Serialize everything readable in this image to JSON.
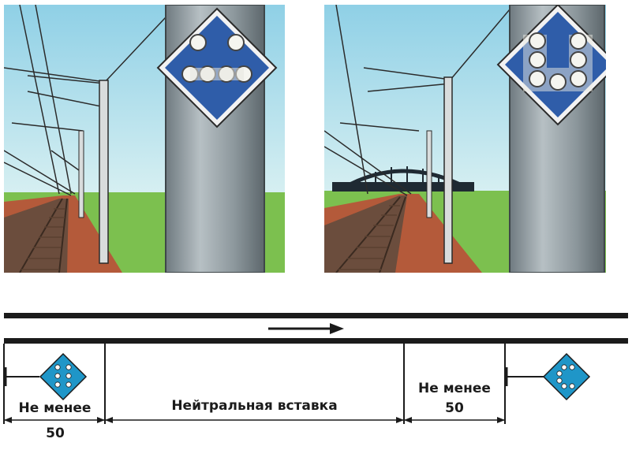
{
  "colors": {
    "sign_blue": "#2f5da9",
    "sign_diagram": "#1f96c8",
    "pole": "#8f9aa0",
    "sky": "#bfe3ef",
    "grass": "#7cc04f",
    "ground": "#b45a3a",
    "line": "#1b1b1b"
  },
  "icons": {
    "left_sign": "lower-pantograph-sign-icon",
    "right_sign": "raise-pantograph-sign-icon",
    "arrow": "direction-arrow-icon"
  },
  "diagram": {
    "left_distance_label": "Не менее",
    "left_distance_value": "50",
    "neutral_label": "Нейтральная вставка",
    "right_distance_label": "Не менее",
    "right_distance_value": "50"
  }
}
